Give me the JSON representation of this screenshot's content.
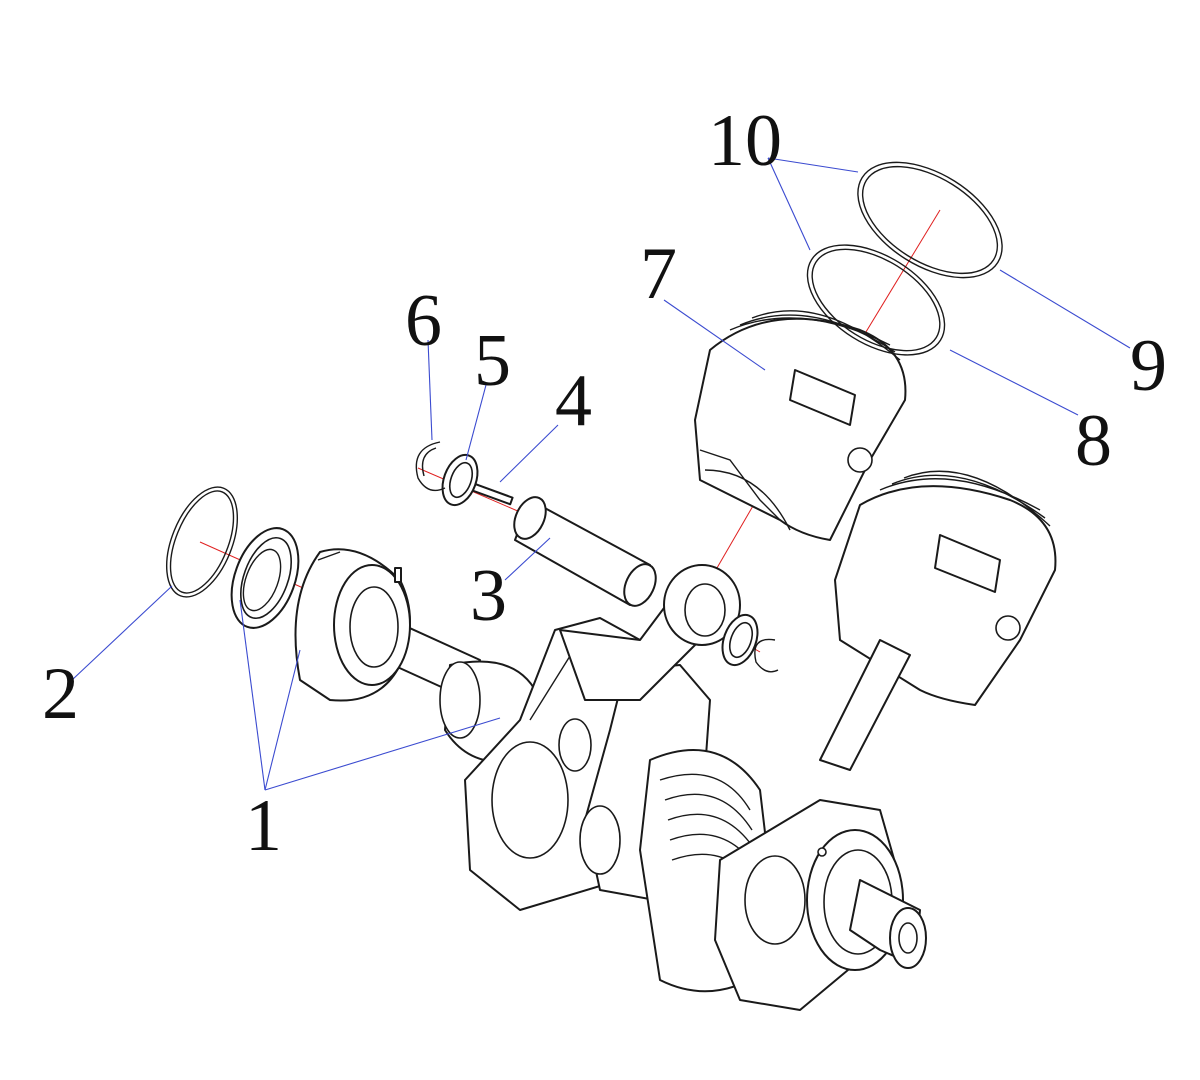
{
  "colors": {
    "outline": "#1a1a1a",
    "leader_line": "#3b4bd0",
    "center_axis": "#e02020",
    "background": "#ffffff"
  },
  "callouts": [
    {
      "id": "1",
      "label": "1"
    },
    {
      "id": "2",
      "label": "2"
    },
    {
      "id": "3",
      "label": "3"
    },
    {
      "id": "4",
      "label": "4"
    },
    {
      "id": "5",
      "label": "5"
    },
    {
      "id": "6",
      "label": "6"
    },
    {
      "id": "7",
      "label": "7"
    },
    {
      "id": "8",
      "label": "8"
    },
    {
      "id": "9",
      "label": "9"
    },
    {
      "id": "10",
      "label": "10"
    }
  ]
}
